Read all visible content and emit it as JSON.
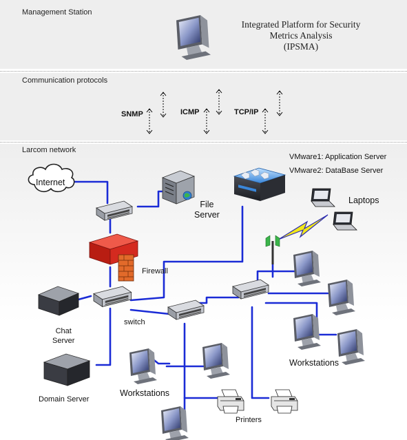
{
  "sections": {
    "management": "Management Station",
    "communication": "Communication protocols",
    "larcom": "Larcom network"
  },
  "title_lines": [
    "Integrated Platform for Security",
    "Metrics Analysis",
    "(IPSMA)"
  ],
  "protocols": [
    "SNMP",
    "ICMP",
    "TCP/IP"
  ],
  "vmware": [
    "VMware1: Application Server",
    "VMware2: DataBase Server"
  ],
  "labels": {
    "internet": "Internet",
    "file_server": [
      "File",
      "Server"
    ],
    "laptops": "Laptops",
    "firewall": "Firewall",
    "switch": "switch",
    "chat_server": [
      "Chat",
      "Server"
    ],
    "domain_server": "Domain Server",
    "workstations_left": "Workstations",
    "workstations_right": "Workstations",
    "printers": "Printers"
  },
  "colors": {
    "link": "#1a2bd6",
    "firewall": "#d42a1f",
    "lightning": "#f2e81a",
    "band": "#eeeeee"
  }
}
